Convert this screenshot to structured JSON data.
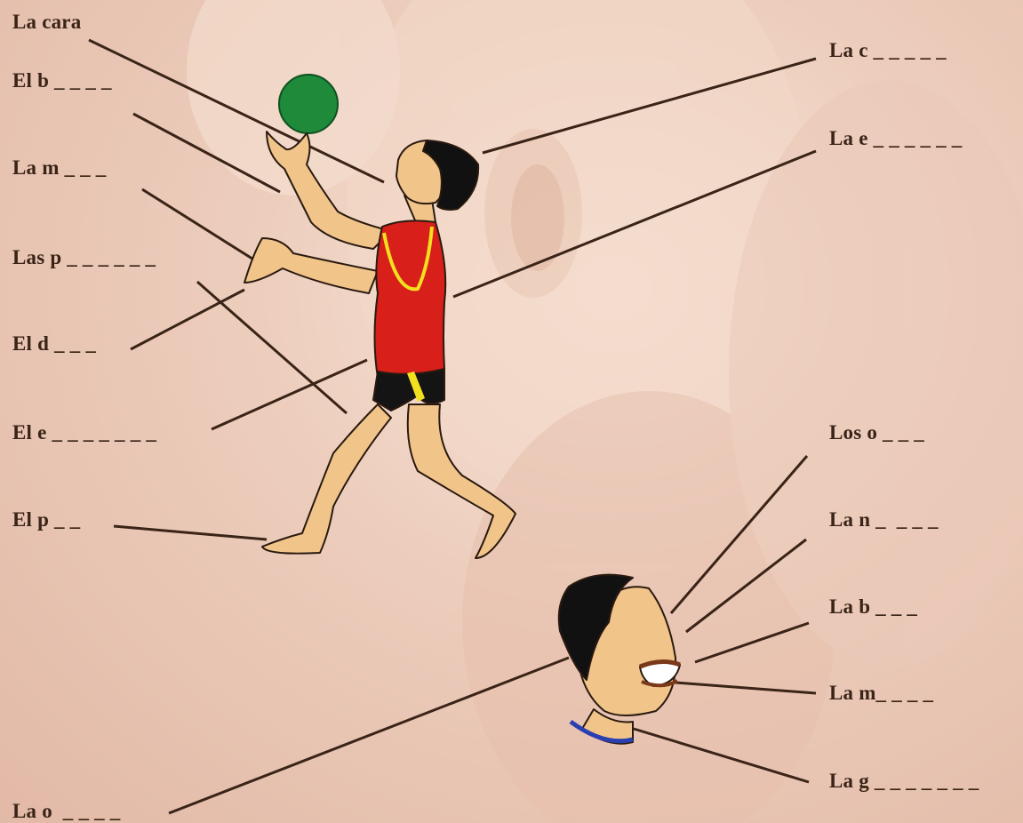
{
  "labels": {
    "cara": "La cara",
    "brazo": "El b _ _ _ _",
    "mano": "La m _ _ _",
    "palmas": "Las p _ _ _ _ _ _",
    "dedo": "El d _ _ _",
    "estomago": "El e _ _ _ _ _ _ _",
    "pie": "El p _ _",
    "oreja": "La o  _ _ _ _",
    "cabeza": "La c _ _ _ _ _",
    "espalda": "La e _ _ _ _ _ _",
    "ojos": "Los o _ _ _",
    "nariz": "La n _  _ _ _",
    "boca": "La b _ _ _",
    "muela": "La m_ _ _ _",
    "garganta": "La g _ _ _ _ _ _ _"
  },
  "colors": {
    "line": "#3a2417",
    "ball": "#1e8a3a",
    "shirt": "#d91f1a",
    "shirt_trim": "#f0e020",
    "skin": "#f1c48a",
    "hair": "#111111",
    "collar": "#2a3fb0"
  }
}
